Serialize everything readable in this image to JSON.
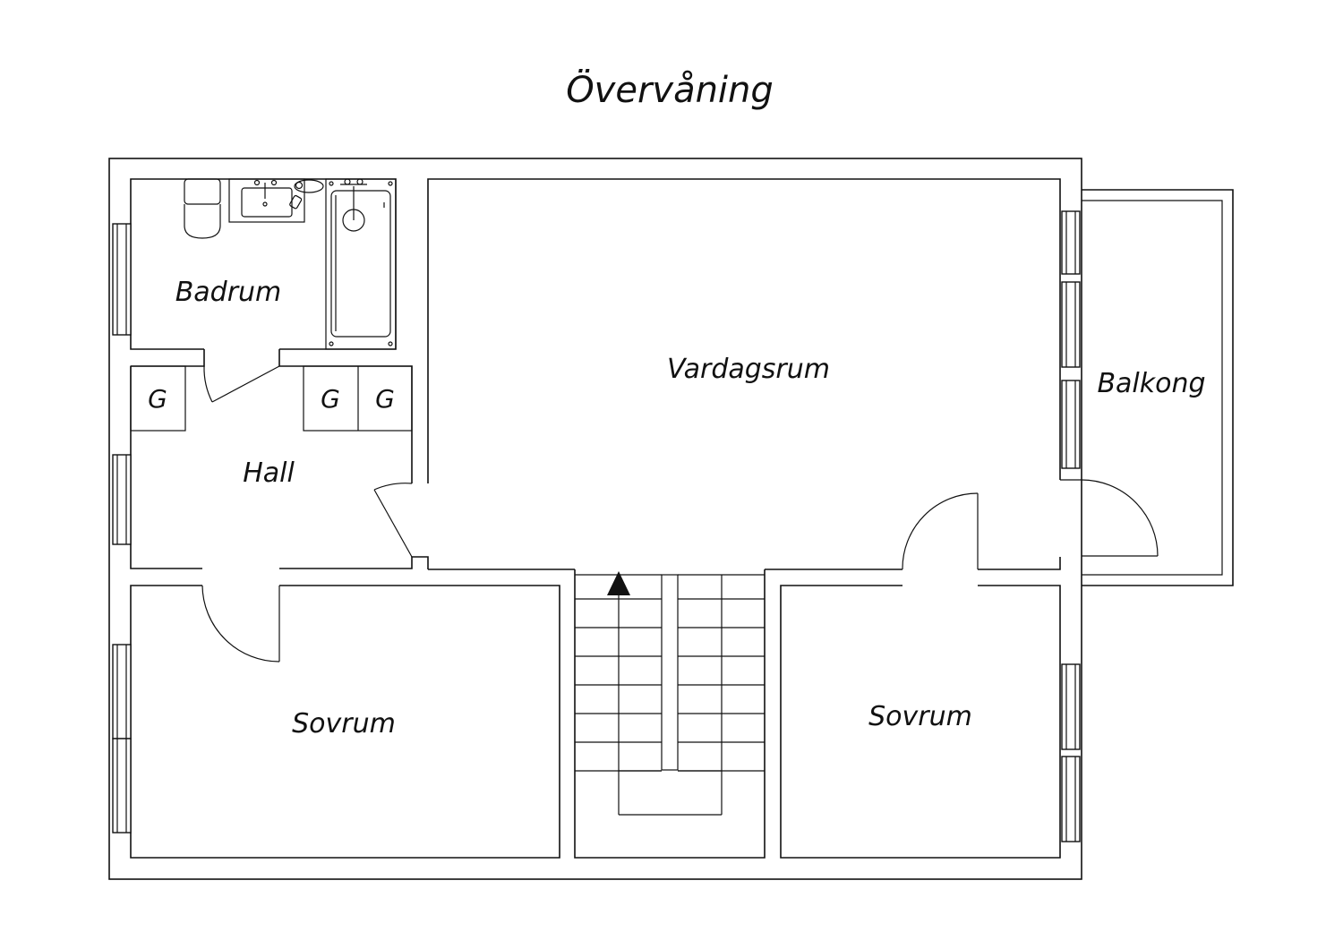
{
  "title": "Övervåning",
  "rooms": {
    "badrum": "Badrum",
    "hall": "Hall",
    "vardagsrum": "Vardagsrum",
    "balkong": "Balkong",
    "sovrum_left": "Sovrum",
    "sovrum_right": "Sovrum"
  },
  "closets": [
    "G",
    "G",
    "G"
  ],
  "icons": [
    "toilet-icon",
    "sink-icon",
    "bathtub-icon",
    "stair-direction-arrow-icon"
  ]
}
